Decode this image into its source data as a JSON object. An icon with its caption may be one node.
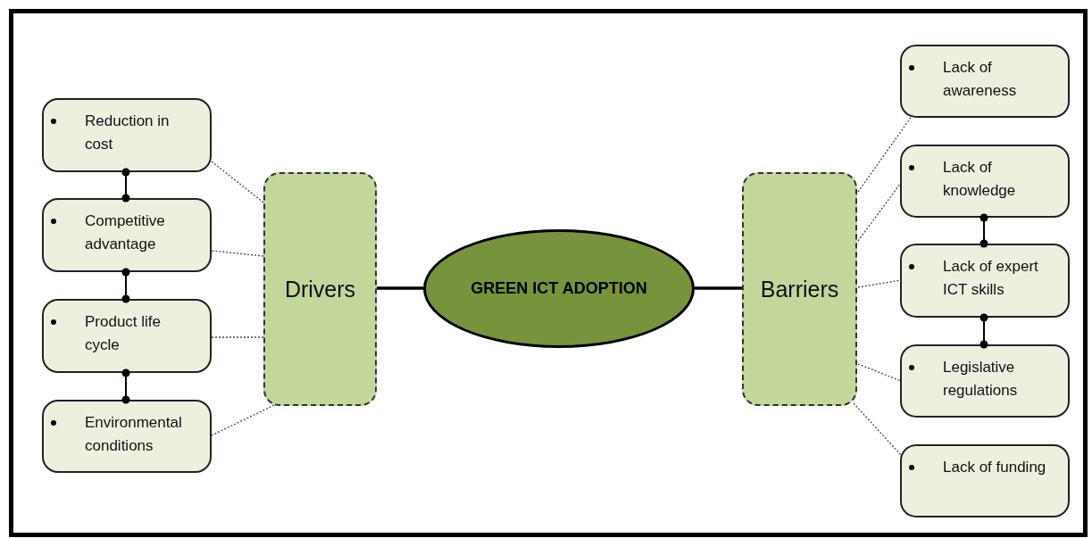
{
  "diagram": {
    "nodes": [
      {
        "text": [
          "GREEN ICT ADOPTION"
        ]
      },
      {
        "text": [
          "Drivers"
        ]
      },
      {
        "text": [
          "Barriers"
        ]
      },
      {
        "text": [
          "Reduction in cost"
        ]
      },
      {
        "text": [
          "Competitive advantage"
        ]
      },
      {
        "text": [
          "Product life cycle"
        ]
      },
      {
        "text": [
          "Environmental conditions"
        ]
      },
      {
        "text": [
          "Lack of awareness"
        ]
      },
      {
        "text": [
          "Lack of knowledge"
        ]
      },
      {
        "text": [
          "Lack of expert ICT skills"
        ]
      },
      {
        "text": [
          "Legislative regulations"
        ]
      },
      {
        "text": [
          "Lack of funding"
        ]
      }
    ],
    "edges": [
      {
        "from": 0,
        "to": 1,
        "arrow": "none",
        "style": "thick"
      },
      {
        "from": 0,
        "to": 2,
        "arrow": "none",
        "style": "thick"
      },
      {
        "from": 1,
        "to": 3,
        "arrow": "none",
        "style": "dashed"
      },
      {
        "from": 1,
        "to": 4,
        "arrow": "none",
        "style": "dashed"
      },
      {
        "from": 1,
        "to": 5,
        "arrow": "none",
        "style": "dashed"
      },
      {
        "from": 1,
        "to": 6,
        "arrow": "none",
        "style": "dashed"
      },
      {
        "from": 3,
        "to": 4,
        "arrow": "other"
      },
      {
        "from": 4,
        "to": 5,
        "arrow": "other"
      },
      {
        "from": 5,
        "to": 6,
        "arrow": "other"
      },
      {
        "from": 2,
        "to": 7,
        "arrow": "none",
        "style": "dashed"
      },
      {
        "from": 2,
        "to": 8,
        "arrow": "none",
        "style": "dashed"
      },
      {
        "from": 2,
        "to": 9,
        "arrow": "none",
        "style": "dashed"
      },
      {
        "from": 2,
        "to": 10,
        "arrow": "none",
        "style": "dashed"
      },
      {
        "from": 2,
        "to": 11,
        "arrow": "none",
        "style": "dashed"
      },
      {
        "from": 8,
        "to": 9,
        "arrow": "other"
      },
      {
        "from": 9,
        "to": 10,
        "arrow": "other"
      }
    ]
  }
}
